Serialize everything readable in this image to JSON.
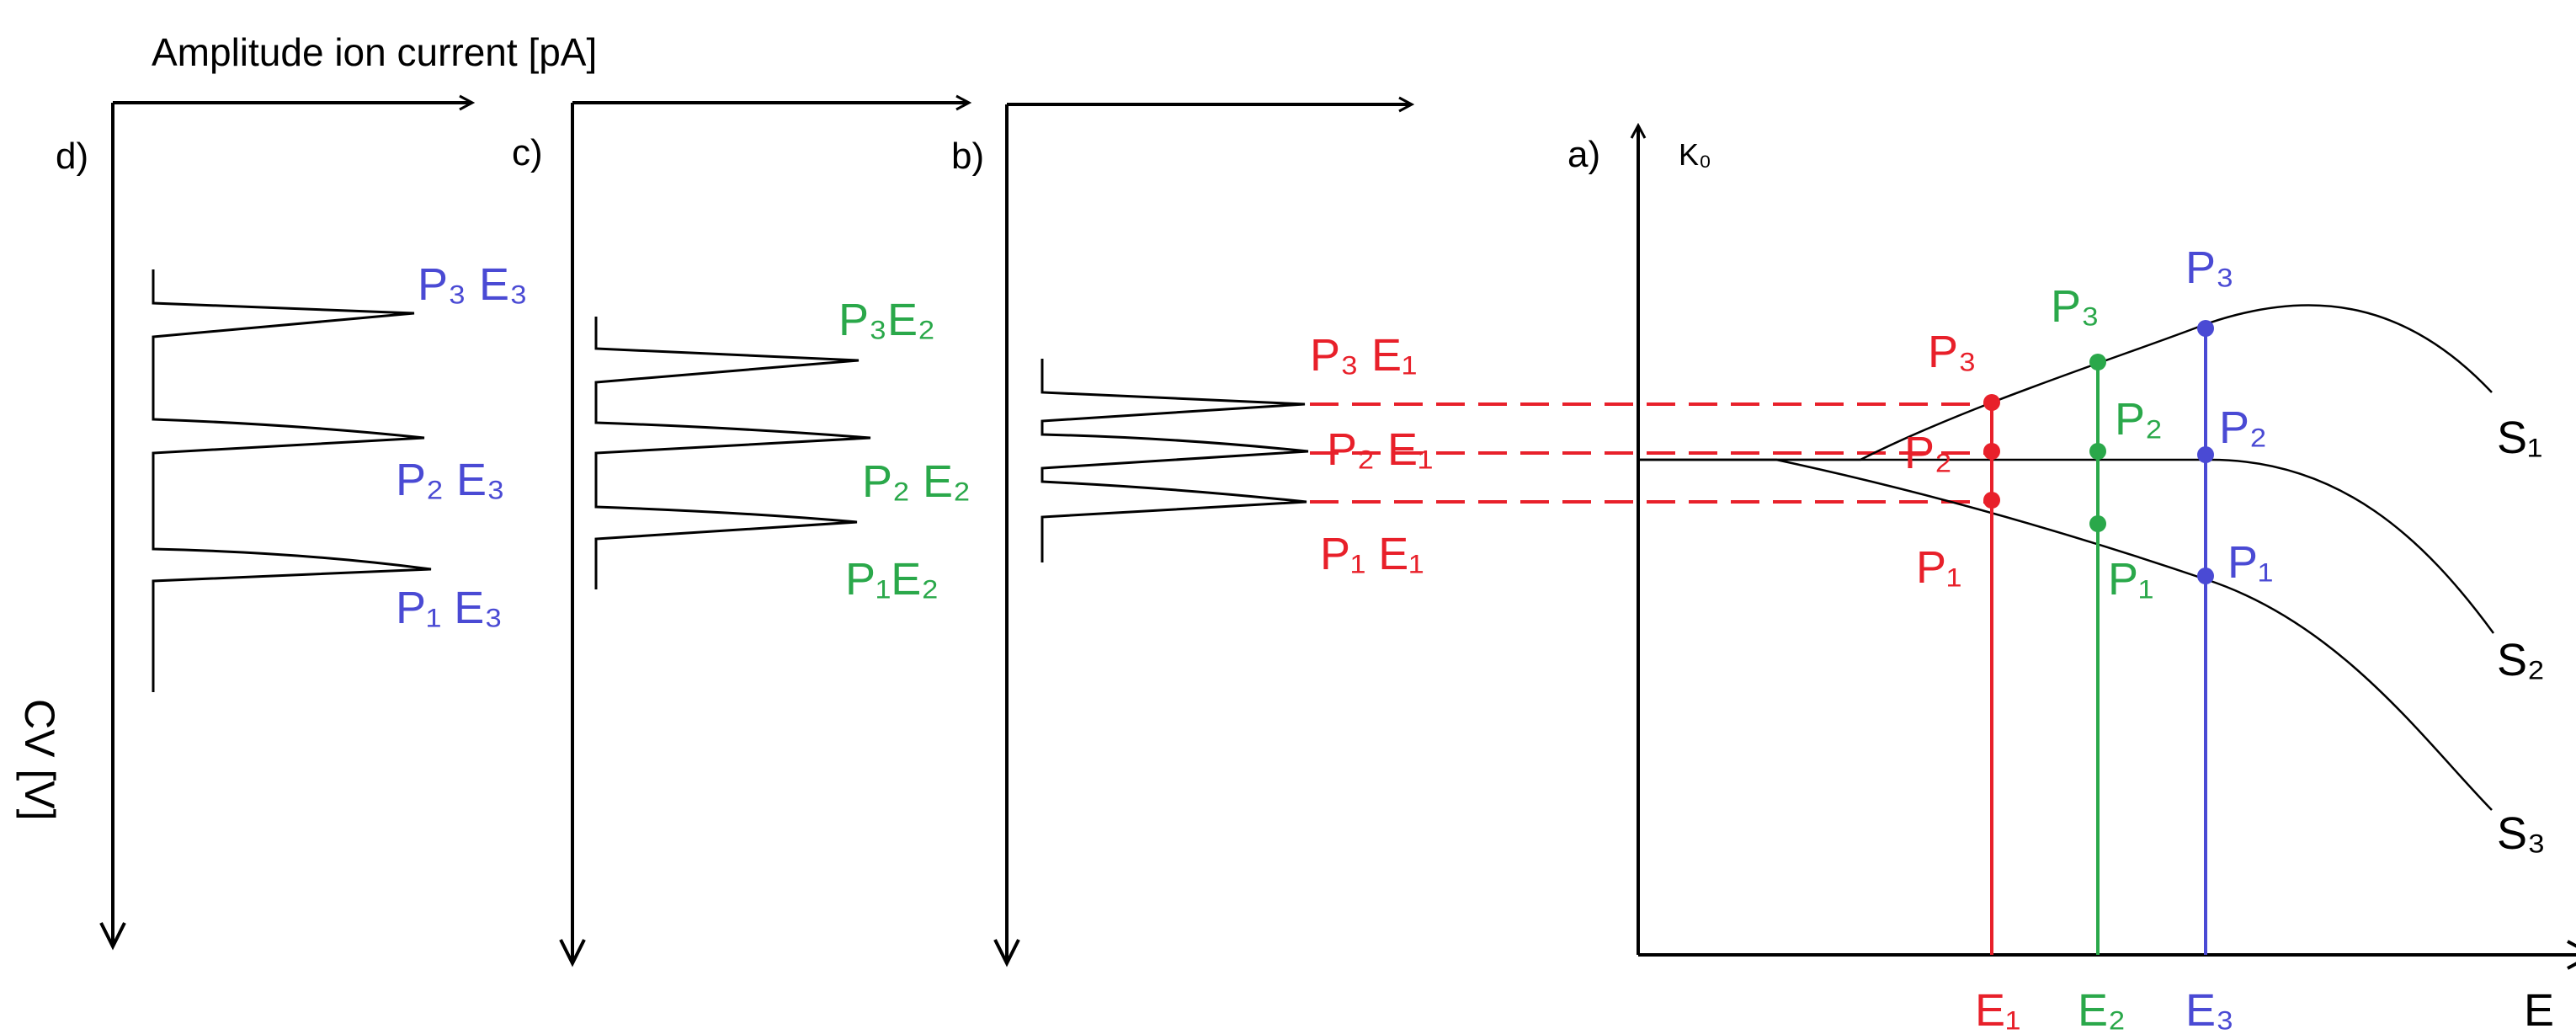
{
  "colors": {
    "red": "#e8202a",
    "green": "#2aa84a",
    "blue": "#4a4ad4",
    "black": "#000000"
  },
  "labels": {
    "x_axis_title": "Amplitude ion current [pA]",
    "y_axis_title": "CV [V]",
    "panel_d": "d)",
    "panel_c": "c)",
    "panel_b": "b)",
    "panel_a": "a)",
    "k0": "K₀",
    "e_axis": "E"
  },
  "panels": {
    "d": {
      "color": "blue",
      "peaks": [
        "P₃ E₃",
        "P₂ E₃",
        "P₁ E₃"
      ]
    },
    "c": {
      "color": "green",
      "peaks": [
        "P₃E₂",
        "P₂ E₂",
        "P₁E₂"
      ]
    },
    "b": {
      "color": "red",
      "peaks": [
        "P₃ E₁",
        "P₂ E₁",
        "P₁ E₁"
      ]
    }
  },
  "graph_a": {
    "curves": [
      "S₁",
      "S₂",
      "S₃"
    ],
    "field_lines": [
      {
        "label": "E₁",
        "color": "red",
        "points": [
          "P₃",
          "P₂",
          "P₁"
        ]
      },
      {
        "label": "E₂",
        "color": "green",
        "points": [
          "P₃",
          "P₂",
          "P₁"
        ]
      },
      {
        "label": "E₃",
        "color": "blue",
        "points": [
          "P₃",
          "P₂",
          "P₁"
        ]
      }
    ]
  }
}
